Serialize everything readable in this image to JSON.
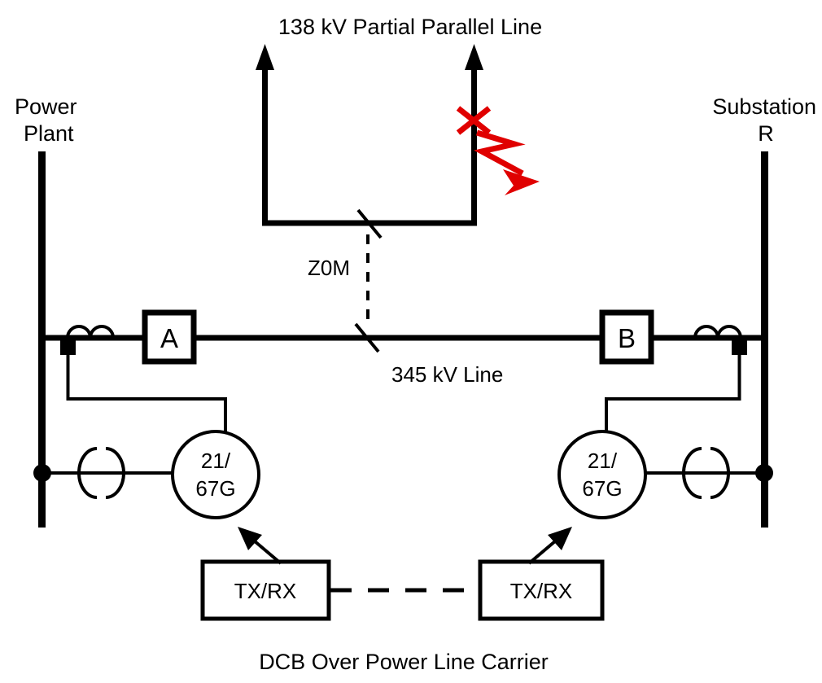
{
  "diagram": {
    "title": "DCB Over Power Line Carrier",
    "top_line_label": "138 kV Partial Parallel Line",
    "main_line_label": "345 kV Line",
    "mutual_coupling_label": "Z0M",
    "left_terminal": {
      "name_line1": "Power",
      "name_line2": "Plant",
      "breaker_label": "A",
      "relay_label_line1": "21/",
      "relay_label_line2": "67G",
      "carrier_set_label": "TX/RX"
    },
    "right_terminal": {
      "name_line1": "Substation",
      "name_line2": "R",
      "breaker_label": "B",
      "relay_label_line1": "21/",
      "relay_label_line2": "67G",
      "carrier_set_label": "TX/RX"
    },
    "fault": {
      "marker": "fault-x-marker",
      "arrow": "fault-lightning-arrow",
      "color": "#e00000"
    },
    "colors": {
      "line": "#000000",
      "background": "#ffffff",
      "fault": "#e00000"
    }
  }
}
